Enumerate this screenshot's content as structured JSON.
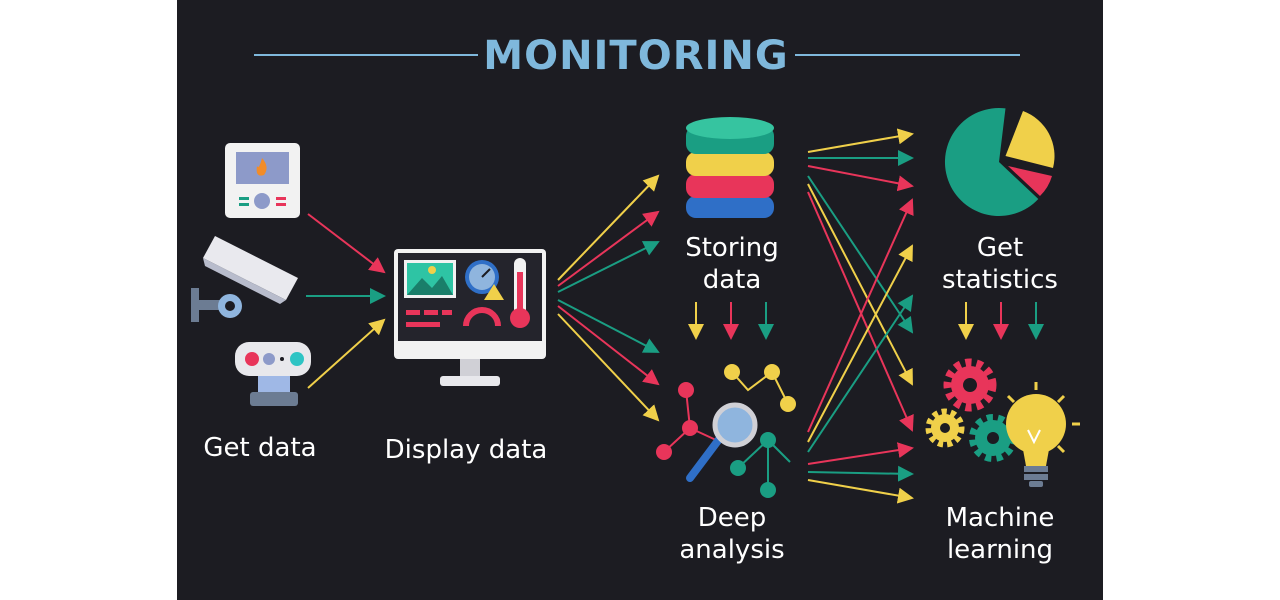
{
  "title": "MONITORING",
  "labels": {
    "get_data": "Get data",
    "display_data": "Display data",
    "storing_line1": "Storing",
    "storing_line2": "data",
    "deep_line1": "Deep",
    "deep_line2": "analysis",
    "stats_line1": "Get",
    "stats_line2": "statistics",
    "ml_line1": "Machine",
    "ml_line2": "learning"
  },
  "colors": {
    "background": "#1c1c22",
    "title": "#7fb8dc",
    "arrow_pink": "#e8355a",
    "arrow_green": "#1a9e83",
    "arrow_yellow": "#f0d04a",
    "db_green": "#1a9e83",
    "db_yellow": "#f0d04a",
    "db_red": "#e8355a",
    "db_blue": "#2f6fc7"
  },
  "icons": [
    "thermostat-panel-icon",
    "security-camera-icon",
    "sensor-device-icon",
    "dashboard-monitor-icon",
    "database-icon",
    "data-analysis-icon",
    "pie-chart-icon",
    "gears-lightbulb-icon"
  ]
}
